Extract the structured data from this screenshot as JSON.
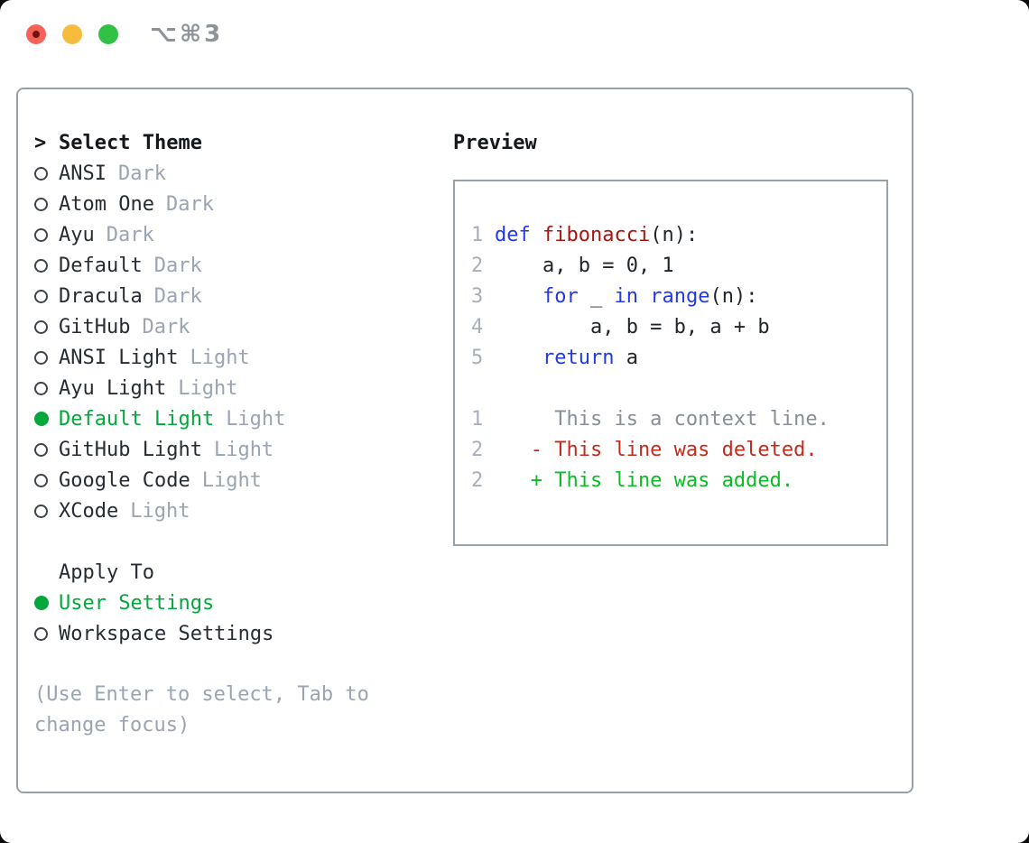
{
  "window": {
    "title": "⌥⌘3"
  },
  "theme_picker": {
    "heading_prefix": ">",
    "heading": "Select Theme",
    "items": [
      {
        "name": "ANSI",
        "variant": "Dark",
        "selected": false
      },
      {
        "name": "Atom One",
        "variant": "Dark",
        "selected": false
      },
      {
        "name": "Ayu",
        "variant": "Dark",
        "selected": false
      },
      {
        "name": "Default",
        "variant": "Dark",
        "selected": false
      },
      {
        "name": "Dracula",
        "variant": "Dark",
        "selected": false
      },
      {
        "name": "GitHub",
        "variant": "Dark",
        "selected": false
      },
      {
        "name": "ANSI Light",
        "variant": "Light",
        "selected": false
      },
      {
        "name": "Ayu Light",
        "variant": "Light",
        "selected": false
      },
      {
        "name": "Default Light",
        "variant": "Light",
        "selected": true
      },
      {
        "name": "GitHub Light",
        "variant": "Light",
        "selected": false
      },
      {
        "name": "Google Code",
        "variant": "Light",
        "selected": false
      },
      {
        "name": "XCode",
        "variant": "Light",
        "selected": false
      }
    ]
  },
  "apply_to": {
    "heading": "Apply To",
    "options": [
      {
        "label": "User Settings",
        "selected": true
      },
      {
        "label": "Workspace Settings",
        "selected": false
      }
    ]
  },
  "hint": "(Use Enter to select, Tab to change focus)",
  "preview": {
    "heading": "Preview",
    "lines": [
      {
        "num": "1",
        "tokens": [
          [
            "def",
            "kw"
          ],
          [
            " ",
            "plain"
          ],
          [
            "fibonacci",
            "fn"
          ],
          [
            "(n):",
            "plain"
          ]
        ]
      },
      {
        "num": "2",
        "tokens": [
          [
            "    a, b = 0, 1",
            "plain"
          ]
        ]
      },
      {
        "num": "3",
        "tokens": [
          [
            "    ",
            "plain"
          ],
          [
            "for",
            "kw"
          ],
          [
            " _ ",
            "plain"
          ],
          [
            "in",
            "kw"
          ],
          [
            " ",
            "plain"
          ],
          [
            "range",
            "kw"
          ],
          [
            "(n):",
            "plain"
          ]
        ]
      },
      {
        "num": "4",
        "tokens": [
          [
            "        a, b = b, a + b",
            "plain"
          ]
        ]
      },
      {
        "num": "5",
        "tokens": [
          [
            "    ",
            "plain"
          ],
          [
            "return",
            "kw"
          ],
          [
            " a",
            "plain"
          ]
        ]
      },
      {
        "num": "",
        "tokens": []
      },
      {
        "num": "1",
        "tokens": [
          [
            "     This is a context line.",
            "ctx"
          ]
        ]
      },
      {
        "num": "2",
        "tokens": [
          [
            "   - This line was deleted.",
            "del"
          ]
        ]
      },
      {
        "num": "2",
        "tokens": [
          [
            "   + This line was added.",
            "add"
          ]
        ]
      }
    ]
  },
  "colors": {
    "accent_green": "#04a73c",
    "diff_add_green": "#0abc25",
    "diff_del_red": "#c32b1c",
    "keyword_blue": "#2139ea",
    "function_red": "#a81410",
    "muted_gray": "#9aa4b2",
    "line_number_gray": "#a6b0bc",
    "context_gray": "#868e99",
    "border_gray": "#97a0aa",
    "traffic_red": "#f2635a",
    "traffic_yellow": "#f6bc3d",
    "traffic_green": "#32c146"
  }
}
